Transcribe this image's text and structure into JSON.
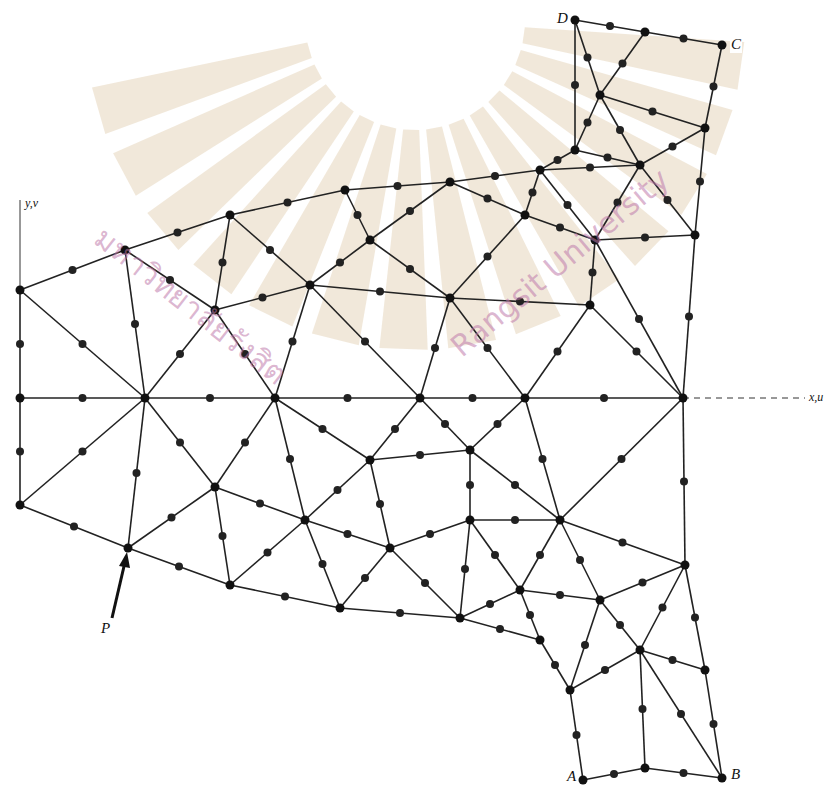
{
  "diagram": {
    "labels": [
      "D",
      "C",
      "y,v",
      "x,u",
      "P",
      "A",
      "B",
      "มหาวิทยาลัยรังสิต",
      "Rangsit University"
    ]
  }
}
